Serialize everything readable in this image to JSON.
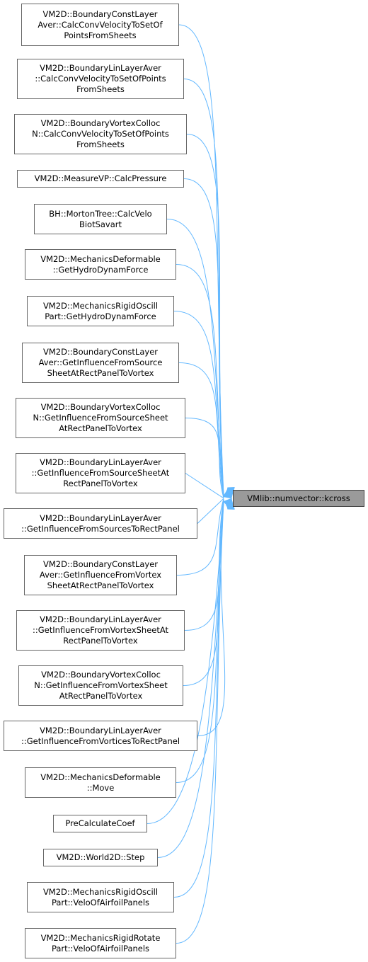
{
  "target": {
    "id": "kcross",
    "lines": [
      "VMlib::numvector::kcross"
    ]
  },
  "edge_color": "#63b8ff",
  "target_fill": "#9a9a9a",
  "callers": [
    {
      "id": "c1",
      "lines": [
        "VM2D::BoundaryConstLayer",
        "Aver::CalcConvVelocityToSetOf",
        "PointsFromSheets"
      ]
    },
    {
      "id": "c2",
      "lines": [
        "VM2D::BoundaryLinLayerAver",
        "::CalcConvVelocityToSetOfPoints",
        "FromSheets"
      ]
    },
    {
      "id": "c3",
      "lines": [
        "VM2D::BoundaryVortexColloc",
        "N::CalcConvVelocityToSetOfPoints",
        "FromSheets"
      ]
    },
    {
      "id": "c4",
      "lines": [
        "VM2D::MeasureVP::CalcPressure"
      ]
    },
    {
      "id": "c5",
      "lines": [
        "BH::MortonTree::CalcVelo",
        "BiotSavart"
      ]
    },
    {
      "id": "c6",
      "lines": [
        "VM2D::MechanicsDeformable",
        "::GetHydroDynamForce"
      ]
    },
    {
      "id": "c7",
      "lines": [
        "VM2D::MechanicsRigidOscill",
        "Part::GetHydroDynamForce"
      ]
    },
    {
      "id": "c8",
      "lines": [
        "VM2D::BoundaryConstLayer",
        "Aver::GetInfluenceFromSource",
        "SheetAtRectPanelToVortex"
      ]
    },
    {
      "id": "c9",
      "lines": [
        "VM2D::BoundaryVortexColloc",
        "N::GetInfluenceFromSourceSheet",
        "AtRectPanelToVortex"
      ]
    },
    {
      "id": "c10",
      "lines": [
        "VM2D::BoundaryLinLayerAver",
        "::GetInfluenceFromSourceSheetAt",
        "RectPanelToVortex"
      ]
    },
    {
      "id": "c11",
      "lines": [
        "VM2D::BoundaryLinLayerAver",
        "::GetInfluenceFromSourcesToRectPanel"
      ]
    },
    {
      "id": "c12",
      "lines": [
        "VM2D::BoundaryConstLayer",
        "Aver::GetInfluenceFromVortex",
        "SheetAtRectPanelToVortex"
      ]
    },
    {
      "id": "c13",
      "lines": [
        "VM2D::BoundaryLinLayerAver",
        "::GetInfluenceFromVortexSheetAt",
        "RectPanelToVortex"
      ]
    },
    {
      "id": "c14",
      "lines": [
        "VM2D::BoundaryVortexColloc",
        "N::GetInfluenceFromVortexSheet",
        "AtRectPanelToVortex"
      ]
    },
    {
      "id": "c15",
      "lines": [
        "VM2D::BoundaryLinLayerAver",
        "::GetInfluenceFromVorticesToRectPanel"
      ]
    },
    {
      "id": "c16",
      "lines": [
        "VM2D::MechanicsDeformable",
        "::Move"
      ]
    },
    {
      "id": "c17",
      "lines": [
        "PreCalculateCoef"
      ]
    },
    {
      "id": "c18",
      "lines": [
        "VM2D::World2D::Step"
      ]
    },
    {
      "id": "c19",
      "lines": [
        "VM2D::MechanicsRigidOscill",
        "Part::VeloOfAirfoilPanels"
      ]
    },
    {
      "id": "c20",
      "lines": [
        "VM2D::MechanicsRigidRotate",
        "Part::VeloOfAirfoilPanels"
      ]
    }
  ]
}
